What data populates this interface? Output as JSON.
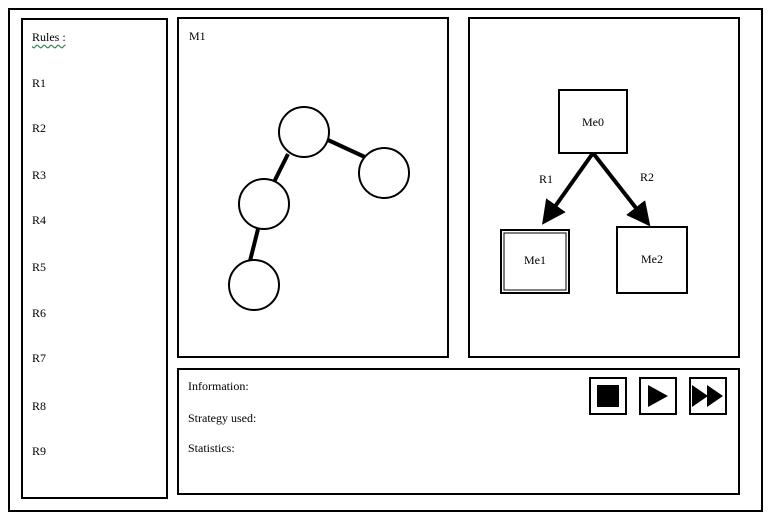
{
  "rules": {
    "title": "Rules :",
    "items": [
      "R1",
      "R2",
      "R3",
      "R4",
      "R5",
      "R6",
      "R7",
      "R8",
      "R9"
    ]
  },
  "model": {
    "label": "M1"
  },
  "tree": {
    "root": "Me0",
    "left_child": "Me1",
    "right_child": "Me2",
    "left_edge": "R1",
    "right_edge": "R2"
  },
  "info": {
    "information": "Information:",
    "strategy": "Strategy used:",
    "statistics": "Statistics:"
  },
  "controls": {
    "stop_icon": "stop-icon",
    "play_icon": "play-icon",
    "fast_forward_icon": "fast-forward-icon"
  }
}
